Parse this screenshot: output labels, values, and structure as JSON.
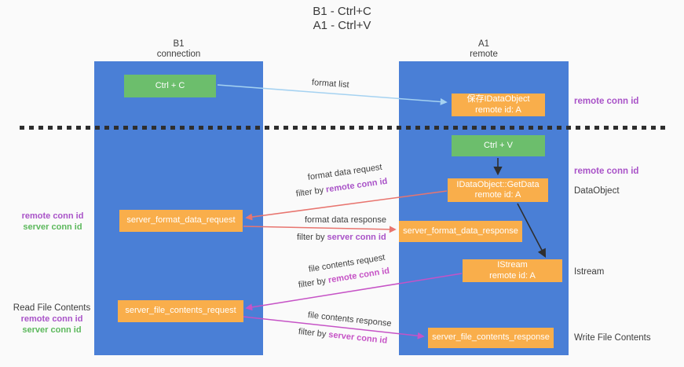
{
  "title": {
    "line1": "B1 - Ctrl+C",
    "line2": "A1 - Ctrl+V"
  },
  "columns": {
    "left": {
      "name": "B1",
      "role": "connection"
    },
    "right": {
      "name": "A1",
      "role": "remote"
    }
  },
  "nodes": {
    "ctrl_c": "Ctrl + C",
    "ctrl_v": "Ctrl + V",
    "save_dataobject": {
      "line1": "保存IDataObject",
      "line2": "remote id: A"
    },
    "getdata": {
      "line1": "IDataObject::GetData",
      "line2": "remote id: A"
    },
    "istream": {
      "line1": "IStream",
      "line2": "remote id: A"
    },
    "format_request": "server_format_data_request",
    "format_response": "server_format_data_response",
    "file_request": "server_file_contents_request",
    "file_response": "server_file_contents_response"
  },
  "side_labels": {
    "remote_conn_id_top": "remote conn id",
    "remote_conn_id_mid": "remote conn id",
    "dataobject": "DataObject",
    "istream": "Istream",
    "write_file_contents": "Write File Contents",
    "read_file_contents": "Read File Contents",
    "left_remote_1": "remote conn id",
    "left_server_1": "server conn id",
    "left_remote_2": "remote conn id",
    "left_server_2": "server conn id"
  },
  "edge_labels": {
    "format_list": "format list",
    "format_request_line": "format data request",
    "format_request_filter_prefix": "filter by ",
    "format_request_filter_key": "remote conn id",
    "format_response_line": "format data response",
    "format_response_filter_prefix": "filter by ",
    "format_response_filter_key": "server conn id",
    "file_request_line": "file contents request",
    "file_request_filter_prefix": "filter by ",
    "file_request_filter_key": "remote conn id",
    "file_response_line": "file contents response",
    "file_response_filter_prefix": "filter by ",
    "file_response_filter_key": "server conn id"
  },
  "colors": {
    "background": "#FAFAFA",
    "column_blue": "#4A7FD6",
    "node_green": "#6CBE6C",
    "node_orange": "#F9AE4B",
    "arrow_light_blue": "#A5D2F1",
    "arrow_red": "#E8756F",
    "arrow_magenta": "#C653C6",
    "arrow_black": "#2F2F2F",
    "label_purple": "#A953C8",
    "label_green": "#5CB85C",
    "text_dark": "#3C3C3C"
  }
}
